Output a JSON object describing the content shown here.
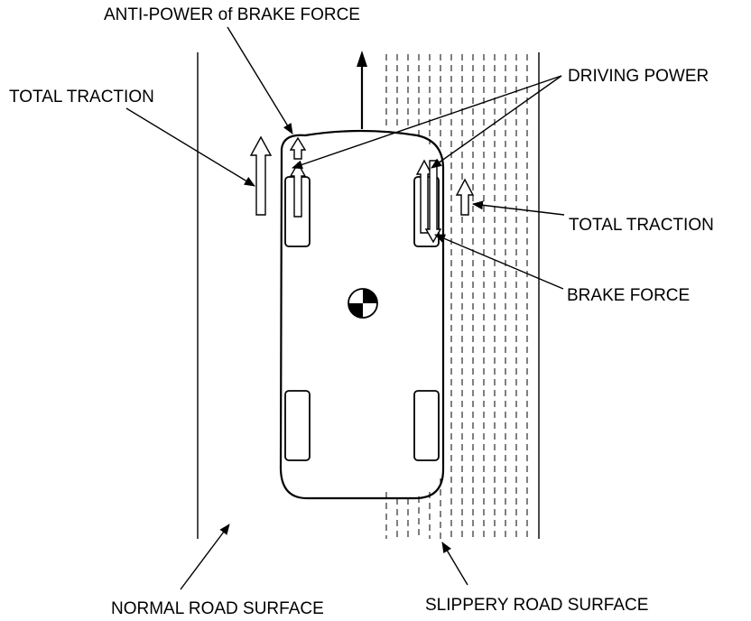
{
  "labels": {
    "anti_power": "ANTI-POWER of BRAKE FORCE",
    "total_traction_left": "TOTAL TRACTION",
    "driving_power": "DRIVING POWER",
    "total_traction_right": "TOTAL TRACTION",
    "brake_force": "BRAKE FORCE",
    "normal_road": "NORMAL ROAD SURFACE",
    "slippery_road": "SLIPPERY ROAD SURFACE"
  },
  "colors": {
    "line": "#000000",
    "background": "#ffffff"
  }
}
